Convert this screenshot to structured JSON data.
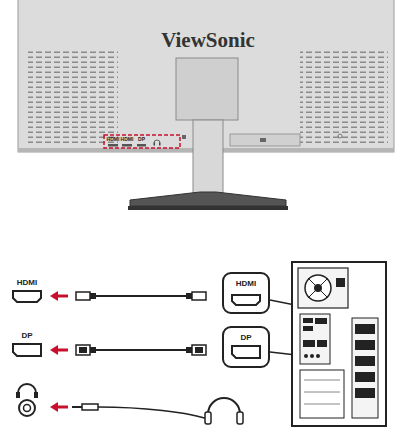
{
  "diagram": {
    "nodes": [
      {
        "text": [
          "HDMI"
        ]
      },
      {
        "text": [
          "DP"
        ]
      }
    ],
    "labels": [
      "ViewSonic",
      "HDMI",
      "HDMI",
      "DP",
      "HDMI",
      "DP"
    ]
  }
}
